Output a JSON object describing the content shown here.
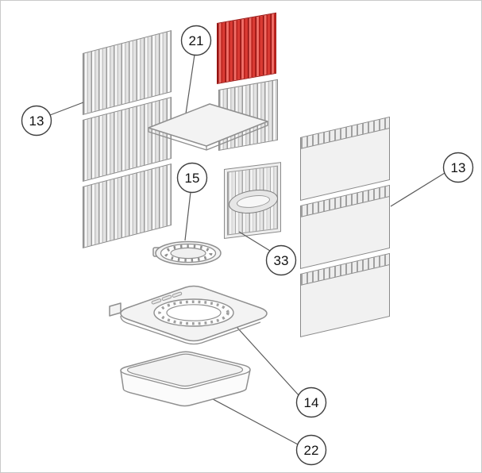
{
  "diagram": {
    "kind": "exploded-parts-diagram",
    "background": "#ffffff",
    "colors": {
      "line": "#8f8f8f",
      "callout_stroke": "#3f3f3f",
      "callout_text": "#111111",
      "highlight": "#d93a33",
      "highlight_dark": "#8e100e",
      "fill_light": "#f3f3f3"
    },
    "callouts": [
      {
        "label": "13",
        "part": "left-side-firebrick-set"
      },
      {
        "label": "21",
        "part": "baffle-plate"
      },
      {
        "label": "15",
        "part": "round-grate"
      },
      {
        "label": "33",
        "part": "handle-panel"
      },
      {
        "label": "13",
        "part": "right-side-panel-set"
      },
      {
        "label": "14",
        "part": "grate-frame"
      },
      {
        "label": "22",
        "part": "ash-pan"
      }
    ]
  }
}
